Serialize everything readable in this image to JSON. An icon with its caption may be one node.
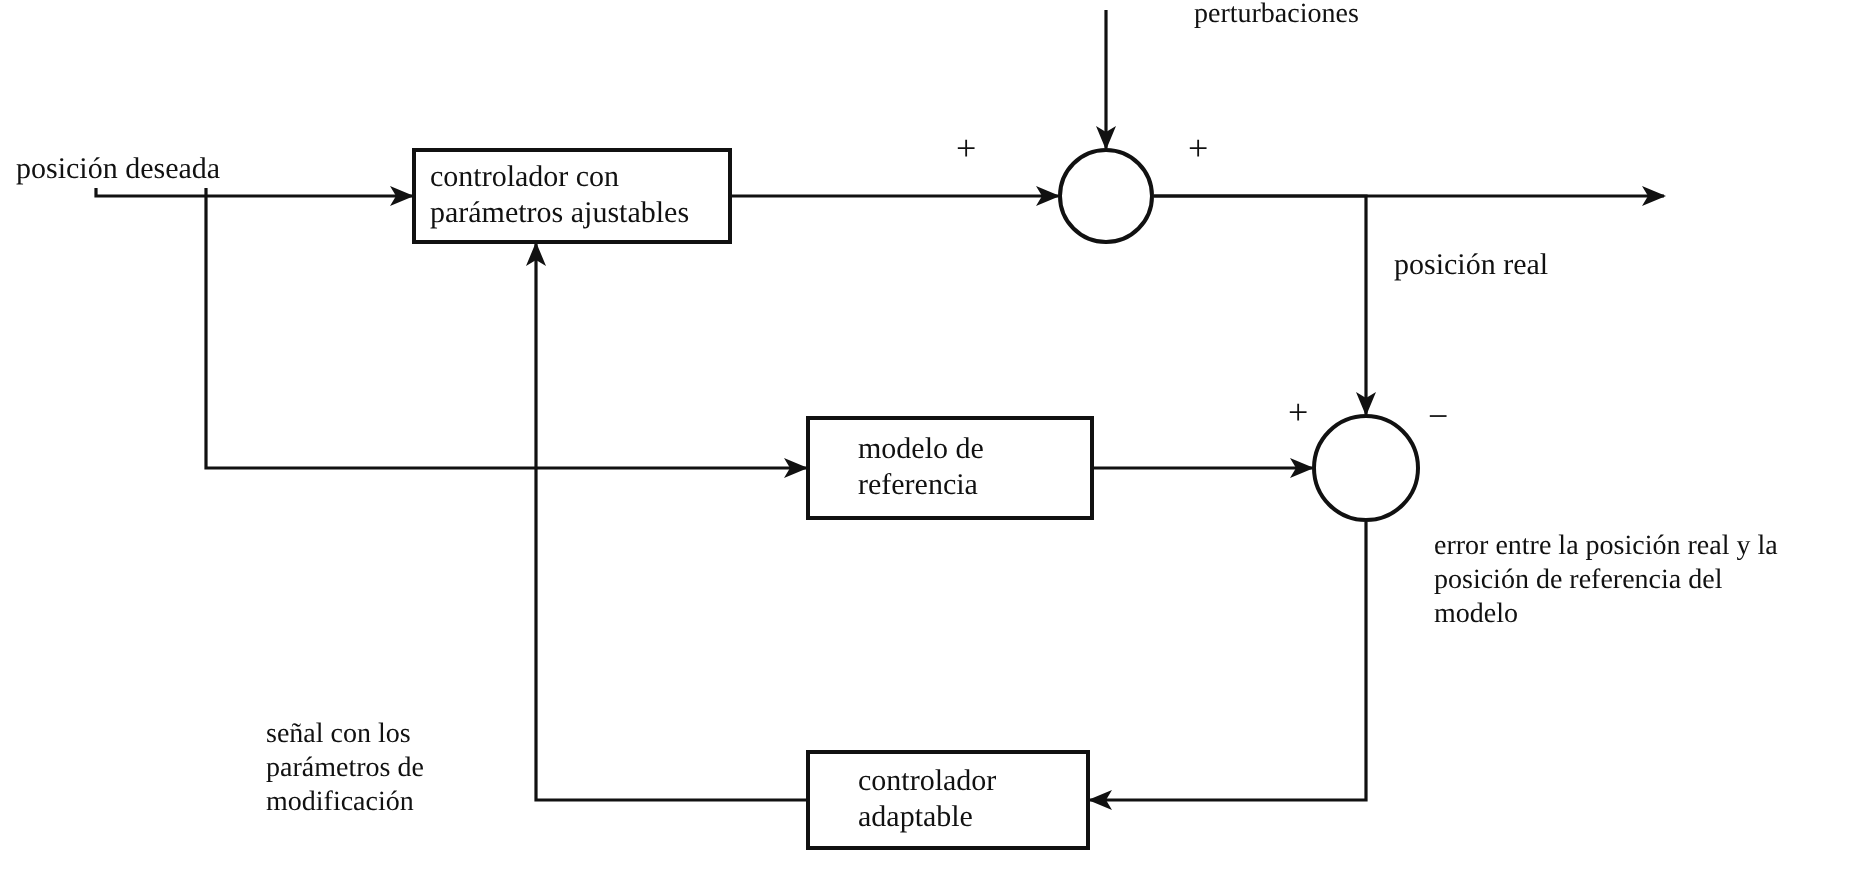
{
  "diagram": {
    "nodes": [
      {
        "text": [
          "controlador con parámetros ajustables"
        ]
      },
      {
        "text": [],
        "shape": "circle"
      },
      {
        "text": [
          "modelo de referencia"
        ]
      },
      {
        "text": [],
        "shape": "circle"
      },
      {
        "text": [
          "controlador adaptable"
        ]
      },
      {
        "text": [
          "posición deseada"
        ]
      }
    ],
    "edges": [
      {
        "from": 5,
        "to": 0,
        "arrow": "to"
      },
      {
        "from": 5,
        "to": 2,
        "arrow": "to"
      },
      {
        "from": 0,
        "to": 1,
        "arrow": "to"
      },
      {
        "from": null,
        "to": 1,
        "arrow": "to"
      },
      {
        "from": 1,
        "to": null,
        "arrow": "to"
      },
      {
        "from": 1,
        "to": 3,
        "arrow": "to"
      },
      {
        "from": 2,
        "to": 3,
        "arrow": "to"
      },
      {
        "from": 3,
        "to": 4,
        "arrow": "to"
      },
      {
        "from": 4,
        "to": 0,
        "arrow": "to"
      }
    ],
    "labels": [
      "perturbaciones",
      "+",
      "+",
      "posición real",
      "+",
      "−",
      "error entre la posición real y la posición de referencia del modelo",
      "señal con los parámetros de modificación"
    ]
  }
}
